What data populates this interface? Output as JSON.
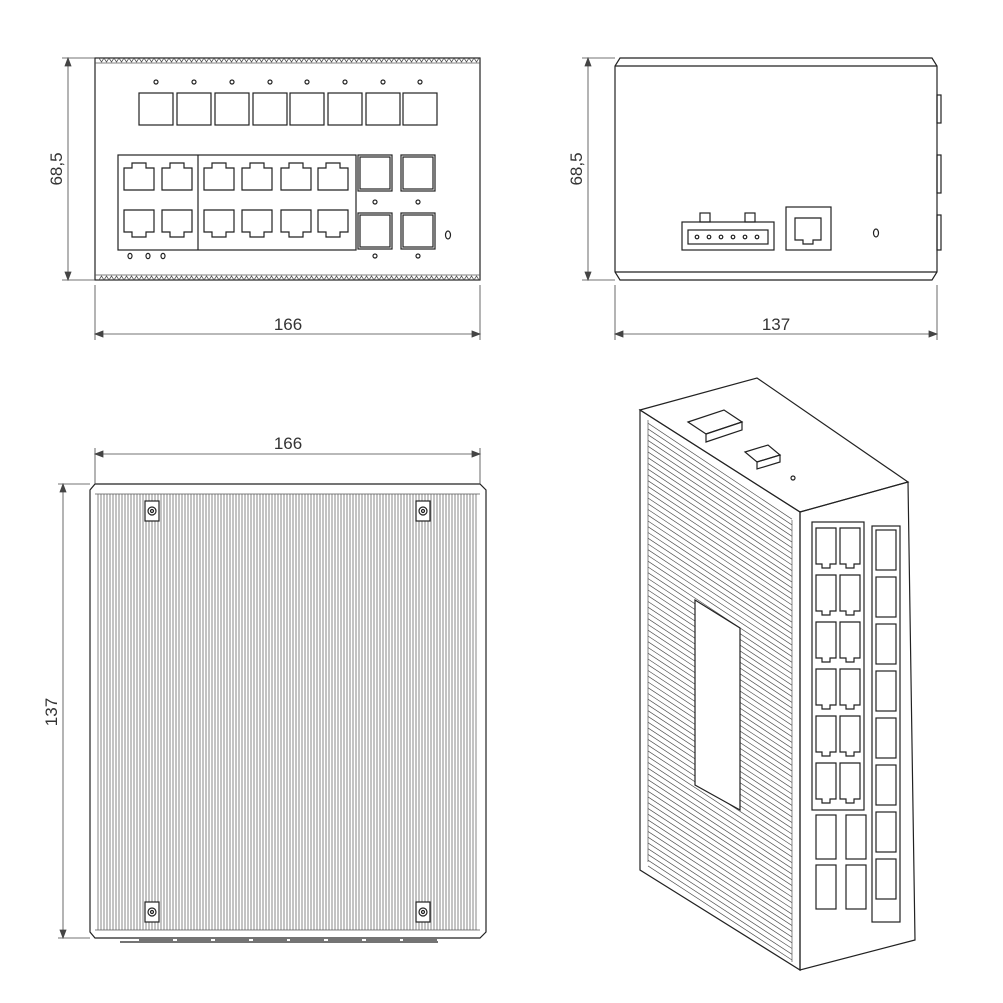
{
  "dimensions": {
    "front_width": "166",
    "front_height": "68,5",
    "side_depth": "137",
    "side_height": "68,5",
    "top_width": "166",
    "top_depth": "137"
  },
  "views": [
    "front-view",
    "side-view",
    "top-view",
    "isometric-view"
  ],
  "front": {
    "sfp_top_row": 8,
    "rj45_ports": 12,
    "sfp_right": 4
  },
  "colors": {
    "line": "#222222",
    "fin": "#555555",
    "dimension": "#444444"
  }
}
